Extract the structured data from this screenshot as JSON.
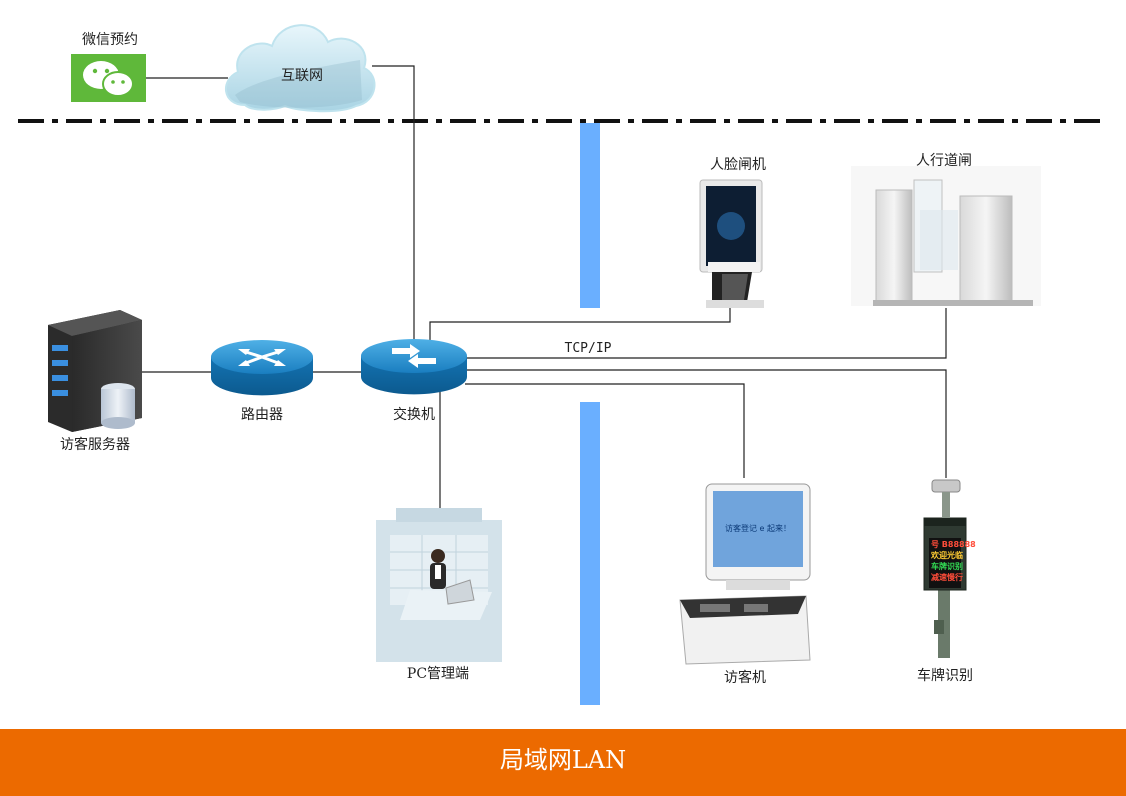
{
  "nodes": {
    "wechat": "微信预约",
    "internet": "互联网",
    "face_gate": "人脸闸机",
    "pedestrian_gate": "人行道闸",
    "server": "访客服务器",
    "router": "路由器",
    "switch": "交换机",
    "pc": "PC管理端",
    "kiosk": "访客机",
    "plate": "车牌识别"
  },
  "edge_label": "TCP/IP",
  "lan_label": "局域网LAN",
  "kiosk_screen_text": "访客登记  e 起来！",
  "plate_display_lines": [
    "号 B88888",
    "欢迎光临",
    "车牌识别",
    "减速慢行"
  ],
  "colors": {
    "lan_bar": "#ec6a00",
    "blue_bar": "#6aafff",
    "router": "#1e88c8",
    "wechat": "#5fb83a"
  }
}
